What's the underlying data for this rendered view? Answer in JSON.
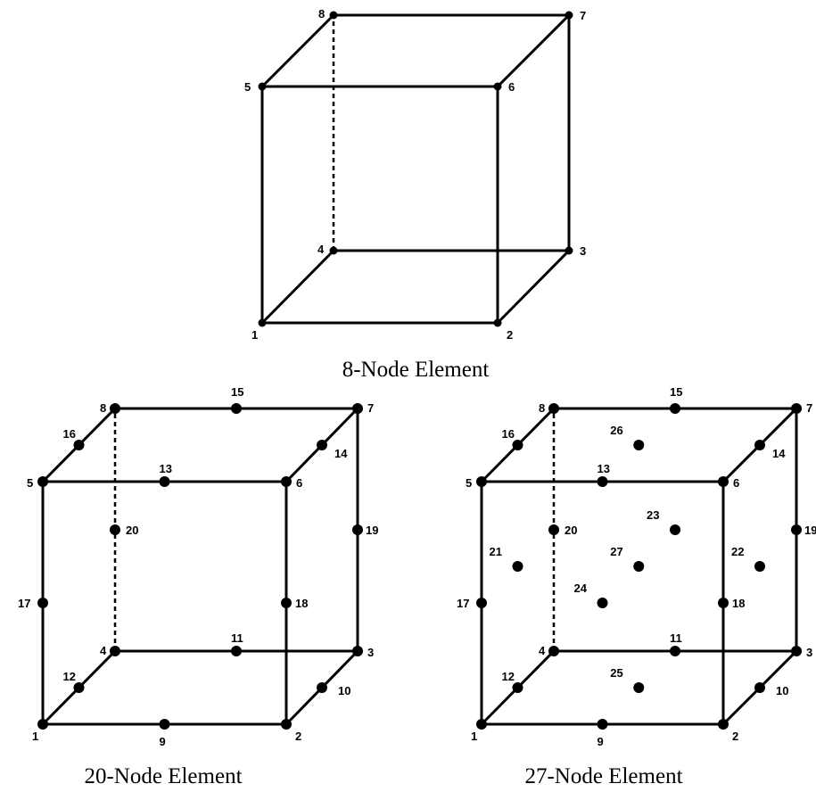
{
  "elements": [
    {
      "caption": "8-Node Element",
      "nodes": [
        "1",
        "2",
        "3",
        "4",
        "5",
        "6",
        "7",
        "8"
      ]
    },
    {
      "caption": "20-Node Element",
      "nodes": [
        "1",
        "2",
        "3",
        "4",
        "5",
        "6",
        "7",
        "8",
        "9",
        "10",
        "11",
        "12",
        "13",
        "14",
        "15",
        "16",
        "17",
        "18",
        "19",
        "20"
      ]
    },
    {
      "caption": "27-Node Element",
      "nodes": [
        "1",
        "2",
        "3",
        "4",
        "5",
        "6",
        "7",
        "8",
        "9",
        "10",
        "11",
        "12",
        "13",
        "14",
        "15",
        "16",
        "17",
        "18",
        "19",
        "20",
        "21",
        "22",
        "23",
        "24",
        "25",
        "26",
        "27"
      ]
    }
  ]
}
